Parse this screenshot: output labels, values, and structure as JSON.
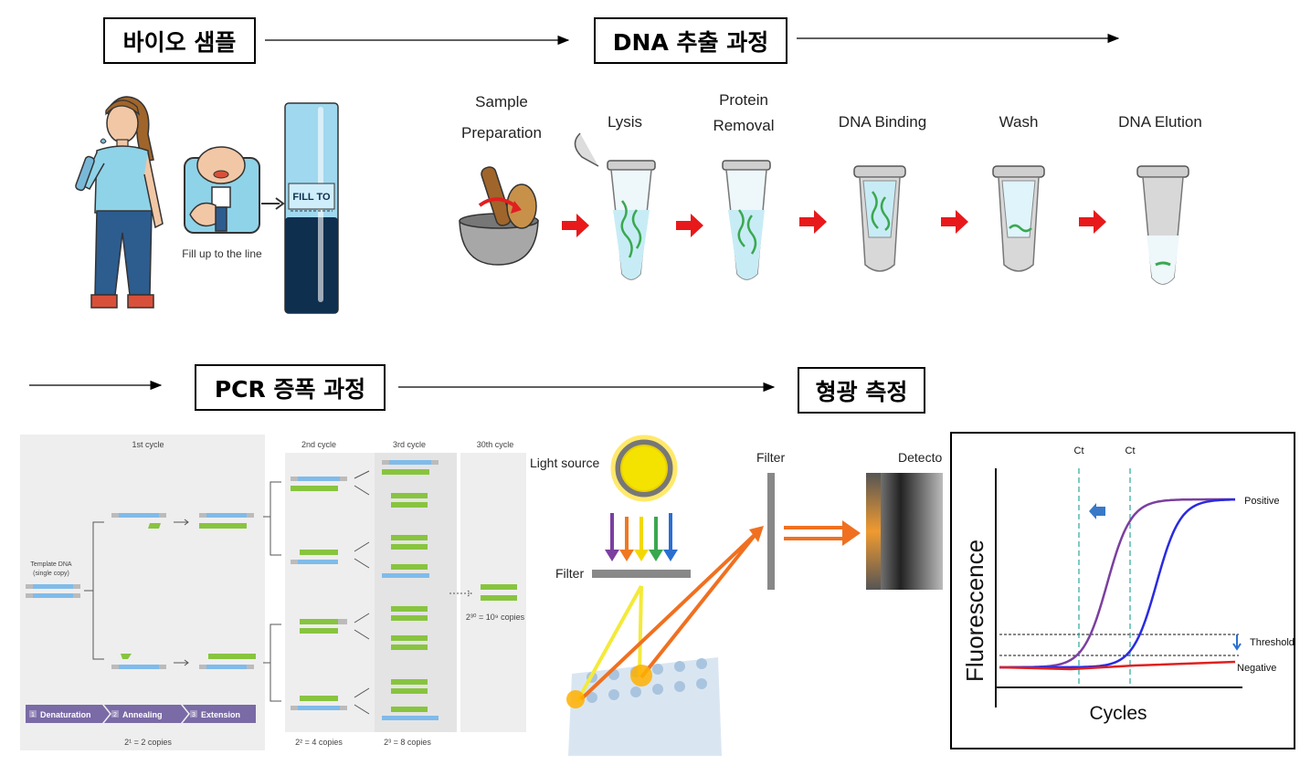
{
  "stages": {
    "bio_sample": "바이오 샘플",
    "dna_extraction": "DNA 추출 과정",
    "pcr": "PCR 증폭 과정",
    "fluorescence": "형광 측정"
  },
  "sample": {
    "fill_label": "Fill up to the line",
    "tube_label": "FILL TO"
  },
  "extraction_steps": [
    {
      "line1": "Sample",
      "line2": "Preparation"
    },
    {
      "line1": "",
      "line2": "Lysis"
    },
    {
      "line1": "Protein",
      "line2": "Removal"
    },
    {
      "line1": "",
      "line2": "DNA Binding"
    },
    {
      "line1": "",
      "line2": "Wash"
    },
    {
      "line1": "",
      "line2": "DNA Elution"
    }
  ],
  "pcr": {
    "cycles": [
      "1st cycle",
      "2nd cycle",
      "3rd cycle",
      "30th cycle"
    ],
    "template_line1": "Template DNA",
    "template_line2": "(single copy)",
    "steps": [
      {
        "num": "1",
        "label": "Denaturation"
      },
      {
        "num": "2",
        "label": "Annealing"
      },
      {
        "num": "3",
        "label": "Extension"
      }
    ],
    "copies": [
      "2¹ = 2 copies",
      "2² = 4 copies",
      "2³ = 8 copies",
      "2³⁰ = 10⁹ copies"
    ]
  },
  "optics": {
    "light_source": "Light source",
    "filter_low": "Filter",
    "filter_high": "Filter",
    "detector": "Detecto"
  },
  "chart_data": {
    "type": "line",
    "xlabel": "Cycles",
    "ylabel": "Fluorescence",
    "markers": [
      "Ct",
      "Ct"
    ],
    "threshold_label": "Threshold",
    "series": [
      {
        "name": "Positive",
        "color": "#7b3fa0"
      },
      {
        "name": "Positive",
        "color": "#2a2ae0"
      },
      {
        "name": "Negative",
        "color": "#e02020"
      }
    ]
  }
}
